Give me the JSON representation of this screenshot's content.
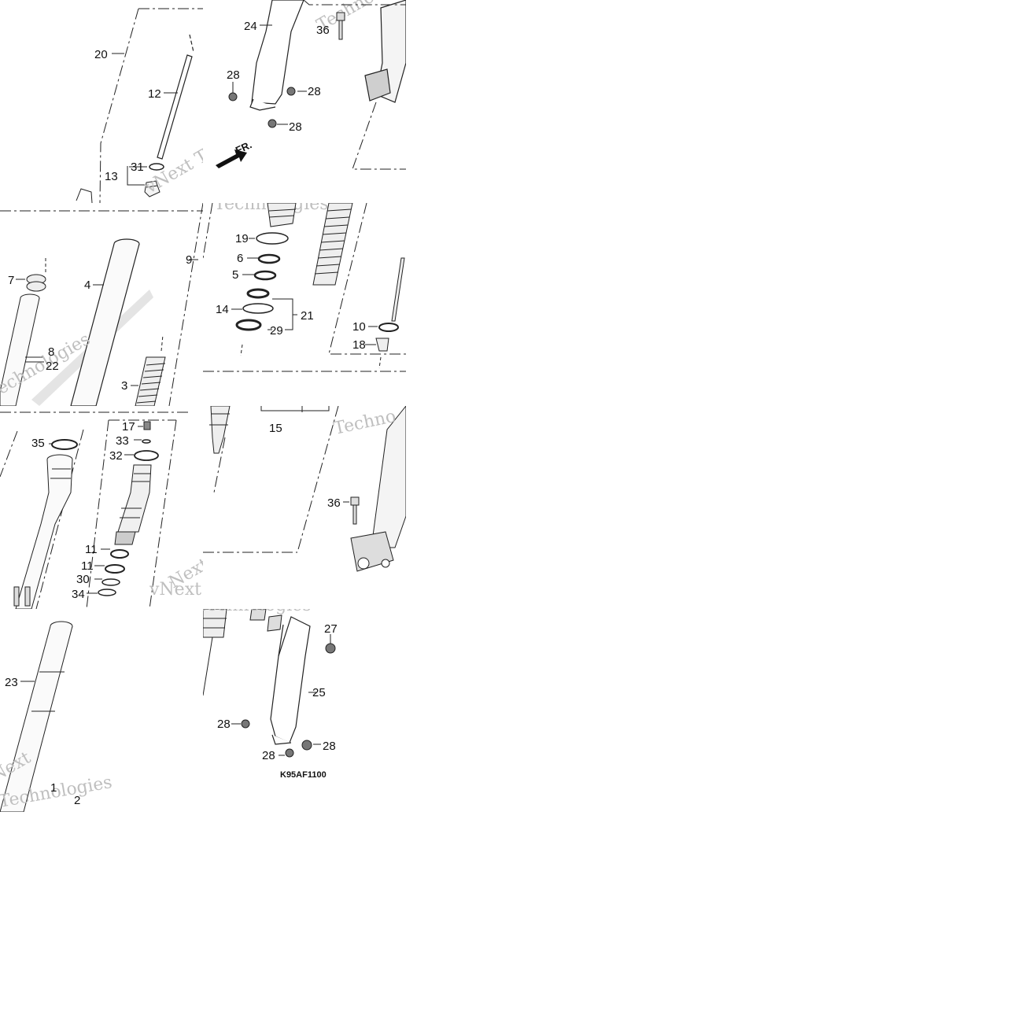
{
  "diagram": {
    "code": "K95AF1100",
    "front_indicator": "FR.",
    "watermarks": [
      "vNext Technologies",
      "Techno",
      "Technologies",
      "vNext Te",
      "Next"
    ],
    "callouts": {
      "c1": "1",
      "c2": "2",
      "c3": "3",
      "c4": "4",
      "c5": "5",
      "c6": "6",
      "c7": "7",
      "c8": "8",
      "c9": "9",
      "c10": "10",
      "c11a": "11",
      "c11b": "11",
      "c12": "12",
      "c13": "13",
      "c14": "14",
      "c15": "15",
      "c17": "17",
      "c18": "18",
      "c19": "19",
      "c20": "20",
      "c21": "21",
      "c22": "22",
      "c23": "23",
      "c24": "24",
      "c25": "25",
      "c27": "27",
      "c28a": "28",
      "c28b": "28",
      "c28c": "28",
      "c28d": "28",
      "c28e": "28",
      "c28f": "28",
      "c29": "29",
      "c30": "30",
      "c31": "31",
      "c32": "32",
      "c33": "33",
      "c34": "34",
      "c35": "35",
      "c36a": "36",
      "c36b": "36"
    }
  }
}
